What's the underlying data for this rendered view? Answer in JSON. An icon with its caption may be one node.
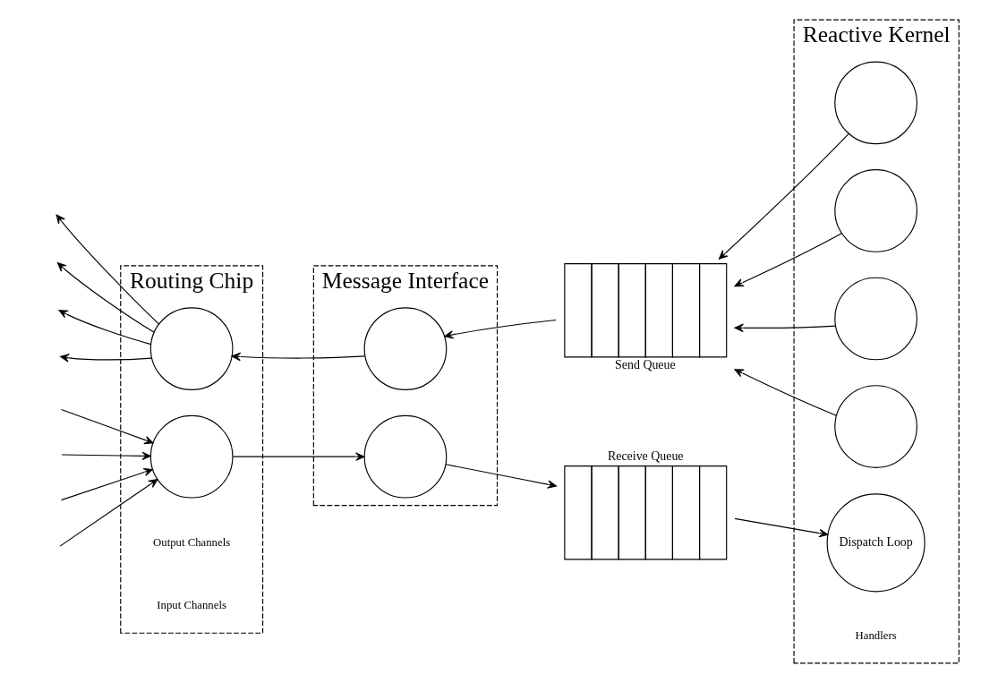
{
  "diagram": {
    "nodes": [
      {
        "text": [
          "Routing Chip"
        ]
      },
      {
        "text": [
          "Message Interface"
        ]
      },
      {
        "text": [
          "Reactive Kernel"
        ]
      },
      {
        "text": [],
        "shape": "circle",
        "in": 0
      },
      {
        "text": [],
        "shape": "circle",
        "in": 1
      },
      {
        "text": [
          "Send Queue"
        ]
      },
      {
        "text": [],
        "shape": "circle",
        "in": 2
      },
      {
        "text": [],
        "shape": "circle",
        "in": 2
      },
      {
        "text": [],
        "shape": "circle",
        "in": 2
      },
      {
        "text": [],
        "shape": "circle",
        "in": 2
      },
      {
        "text": [],
        "shape": "circle",
        "in": 0
      },
      {
        "text": [],
        "shape": "circle",
        "in": 1
      },
      {
        "text": [
          "Receive Queue"
        ]
      },
      {
        "text": [
          "Dispatch Loop"
        ],
        "in": 2
      }
    ],
    "edges": [
      {
        "from": 3,
        "to": null,
        "arrow": "to"
      },
      {
        "from": 3,
        "to": null,
        "arrow": "to"
      },
      {
        "from": 3,
        "to": null,
        "arrow": "to"
      },
      {
        "from": 3,
        "to": null,
        "arrow": "to"
      },
      {
        "from": 4,
        "to": 3,
        "arrow": "to"
      },
      {
        "from": 5,
        "to": 4,
        "arrow": "to"
      },
      {
        "from": 6,
        "to": 5,
        "arrow": "to"
      },
      {
        "from": 7,
        "to": 5,
        "arrow": "to"
      },
      {
        "from": 8,
        "to": 5,
        "arrow": "to"
      },
      {
        "from": 9,
        "to": 5,
        "arrow": "to"
      },
      {
        "from": null,
        "to": 10,
        "arrow": "to"
      },
      {
        "from": null,
        "to": 10,
        "arrow": "to"
      },
      {
        "from": null,
        "to": 10,
        "arrow": "to"
      },
      {
        "from": null,
        "to": 10,
        "arrow": "to"
      },
      {
        "from": 10,
        "to": 11,
        "arrow": "to"
      },
      {
        "from": 11,
        "to": 12,
        "arrow": "to"
      },
      {
        "from": 12,
        "to": 13,
        "arrow": "to"
      }
    ],
    "labels": [
      "Output Channels",
      "Handlers",
      "Input Channels"
    ]
  }
}
